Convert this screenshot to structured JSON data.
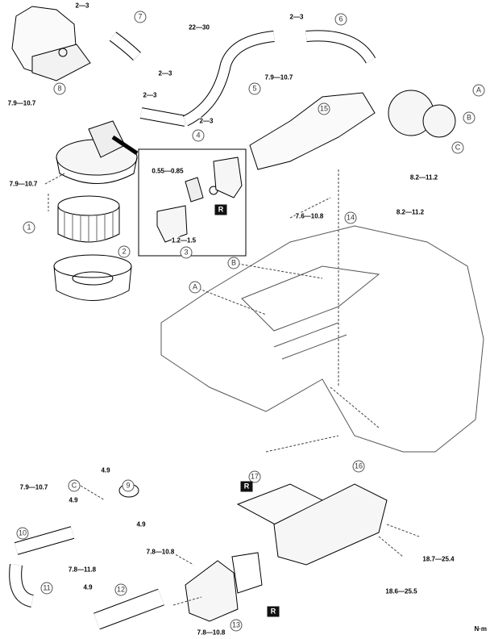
{
  "diagram": {
    "unit": "N·m",
    "replace_mark": "R",
    "callouts": [
      "1",
      "2",
      "3",
      "4",
      "5",
      "6",
      "7",
      "8",
      "9",
      "10",
      "11",
      "12",
      "13",
      "14",
      "15",
      "16",
      "17"
    ],
    "reference_letters": [
      "A",
      "B",
      "C"
    ],
    "torques": {
      "t_2_3": "2—3",
      "t_22_30": "22—30",
      "t_7_9_10_7": "7.9—10.7",
      "t_0_55_0_85": "0.55—0.85",
      "t_1_2_1_5": "1.2—1.5",
      "t_8_2_11_2": "8.2—11.2",
      "t_7_6_10_8": "7.6—10.8",
      "t_4_9": "4.9",
      "t_7_8_11_8": "7.8—11.8",
      "t_7_8_10_8": "7.8—10.8",
      "t_18_7_25_4": "18.7—25.4",
      "t_18_6_25_5": "18.6—25.5"
    }
  }
}
